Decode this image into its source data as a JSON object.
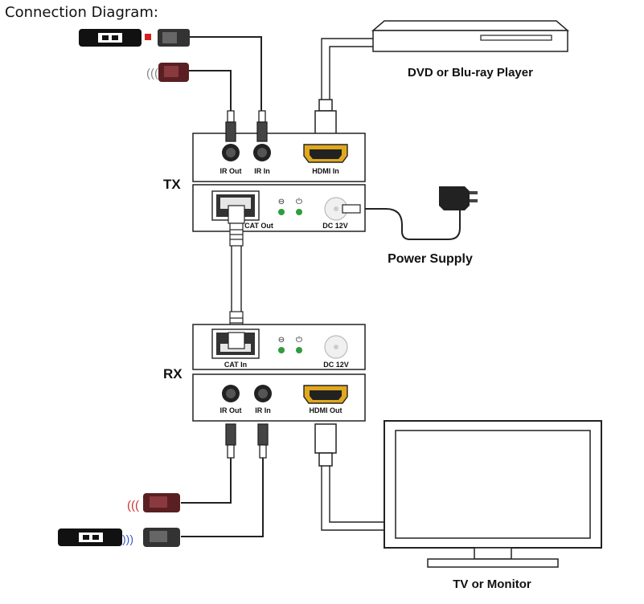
{
  "heading": "Connection Diagram:",
  "labels": {
    "tx": "TX",
    "rx": "RX",
    "dvd": "DVD or Blu-ray Player",
    "power": "Power Supply",
    "tv": "TV or Monitor"
  },
  "tx_ports": {
    "ir_out": "IR Out",
    "ir_in": "IR In",
    "hdmi_in": "HDMI In",
    "cat_out": "CAT Out",
    "dc": "DC 12V"
  },
  "rx_ports": {
    "cat_in": "CAT In",
    "dc": "DC 12V",
    "ir_out": "IR Out",
    "ir_in": "IR In",
    "hdmi_out": "HDMI Out"
  },
  "colors": {
    "line": "#222222",
    "device_fill": "#ffffff",
    "led_green": "#2e9d3a",
    "hdmi_gold": "#e0a81e"
  }
}
